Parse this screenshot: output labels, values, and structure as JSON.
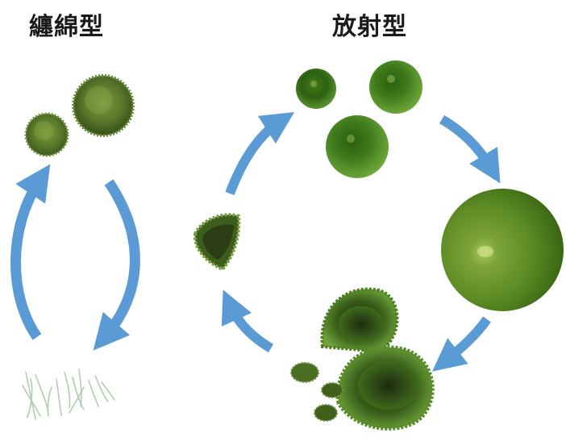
{
  "titles": {
    "left": "纏綿型",
    "right": "放射型"
  },
  "colors": {
    "arrow": "#5b9bd5",
    "moss_dark": "#2f5a12",
    "moss_mid": "#4d8a22",
    "moss_light": "#8fbf4a",
    "grass": "#b9cfb0"
  },
  "diagrams": [
    {
      "name": "entangled-type",
      "title_key": "left",
      "stages": [
        "small-spheres",
        "loose-filaments"
      ],
      "arrows": [
        "up-arrow",
        "down-arrow"
      ]
    },
    {
      "name": "radial-type",
      "title_key": "right",
      "stages": [
        "small-spheres",
        "large-sphere",
        "broken-sphere-fragments",
        "fragment-piece"
      ],
      "arrows": [
        "top-right-arrow",
        "right-down-arrow",
        "bottom-left-arrow",
        "left-up-arrow"
      ]
    }
  ]
}
